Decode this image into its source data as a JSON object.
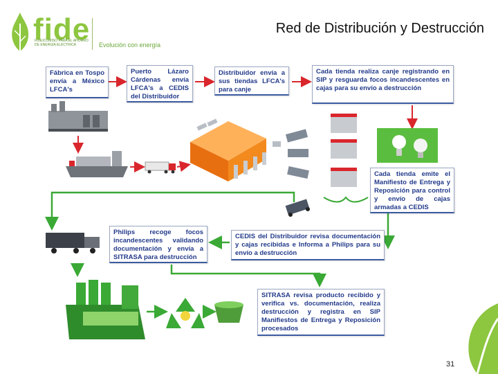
{
  "header": {
    "title": "Red de Distribución y Destrucción",
    "logo_word": "fide",
    "logo_subtitle": "FIDEICOMISO PARA EL AHORRO DE ENERGÍA ELÉCTRICA",
    "tagline": "Evolución con energía"
  },
  "steps": [
    {
      "id": "fabrica",
      "text": "Fábrica en Tospo envía a México LFCA's"
    },
    {
      "id": "puerto",
      "text": "Puerto Lázaro Cárdenas envía LFCA's a CEDIS del Distribuidor"
    },
    {
      "id": "distribuidor",
      "text": "Distribuidor envía a sus tiendas LFCA's para canje"
    },
    {
      "id": "tienda-canje",
      "text": "Cada tienda realiza canje registrando en SIP y resguarda focos incandescentes en cajas para su envío a destrucción"
    },
    {
      "id": "tienda-manifiesto",
      "text": "Cada tienda emite el Manifiesto de Entrega y Reposición para control y envío de cajas armadas a CEDIS"
    },
    {
      "id": "cedis",
      "text": "CEDIS del Distribuidor revisa documentación y cajas recibidas e Informa a Philips para su envío a destrucción"
    },
    {
      "id": "philips",
      "text": "Philips recoge focos incandescentes validando documentación y envía a SITRASA para destrucción"
    },
    {
      "id": "sitrasa",
      "text": "SITRASA revisa producto recibido y verifica vs. documentación, realiza destrucción y registra en SIP Manifiestos de Entrega y Reposición procesados"
    }
  ],
  "page_number": "31",
  "colors": {
    "brand_green": "#8dc63f",
    "box_text": "#223a8a",
    "arrow_red": "#d9262c",
    "arrow_green": "#3aa935",
    "warehouse_orange": "#f28a1e"
  }
}
